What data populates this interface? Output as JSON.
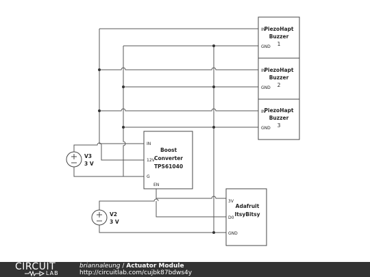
{
  "components": {
    "buzzer1": {
      "pin_in": "IN",
      "pin_gnd": "GND",
      "line1": "PiezoHapt",
      "line2": "Buzzer",
      "line3": "1"
    },
    "buzzer2": {
      "pin_in": "IN",
      "pin_gnd": "GND",
      "line1": "PiezoHapt",
      "line2": "Buzzer",
      "line3": "2"
    },
    "buzzer3": {
      "pin_in": "IN",
      "pin_gnd": "GND",
      "line1": "PiezoHapt",
      "line2": "Buzzer",
      "line3": "3"
    },
    "boost": {
      "pin_in": "IN",
      "pin_12v": "12V",
      "pin_g": "G",
      "pin_en": "EN",
      "line1": "Boost",
      "line2": "Converter",
      "line3": "TPS61040"
    },
    "adafruit": {
      "pin_3v": "3V",
      "pin_d0": "D0",
      "pin_gnd": "GND",
      "line1": "Adafruit",
      "line2": "ItsyBitsy"
    },
    "v3": {
      "name": "V3",
      "value": "3 V"
    },
    "v2": {
      "name": "V2",
      "value": "3 V"
    }
  },
  "footer": {
    "logo_top": "CIRCUIT",
    "logo_bottom": "LAB",
    "author": "briannaleung",
    "separator": " / ",
    "title": "Actuator Module",
    "url": "http://circuitlab.com/cujbk87bdws4y"
  }
}
